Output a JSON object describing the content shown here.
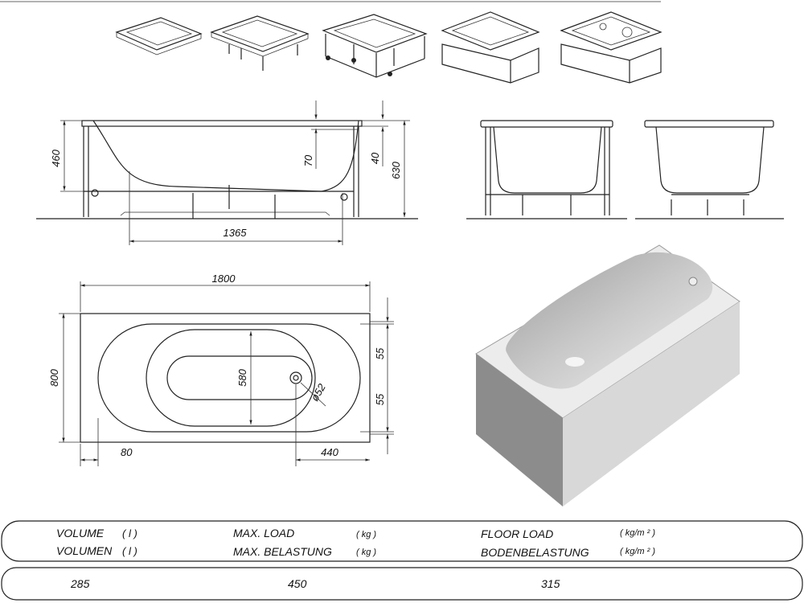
{
  "dimensions": {
    "side_height": "460",
    "rim_to_overflow": "70",
    "rim_thickness": "40",
    "total_height": "630",
    "inner_length": "1365",
    "length": "1800",
    "width": "800",
    "basin_width": "580",
    "edge_top": "55",
    "edge_bottom": "55",
    "drain_diameter": "ø52",
    "left_offset": "80",
    "drain_offset": "440"
  },
  "specs": {
    "volume_en": "VOLUME",
    "volume_de": "VOLUMEN",
    "volume_unit": "( l )",
    "load_en": "MAX. LOAD",
    "load_de": "MAX. BELASTUNG",
    "load_unit": "( kg )",
    "floor_en": "FLOOR LOAD",
    "floor_de": "BODENBELASTUNG",
    "floor_unit": "( kg/m ² )",
    "volume_value": "285",
    "load_value": "450",
    "floor_value": "315"
  },
  "colors": {
    "line": "#222222",
    "render_light": "#e6e6e6",
    "render_dark": "#8a8a8a"
  }
}
